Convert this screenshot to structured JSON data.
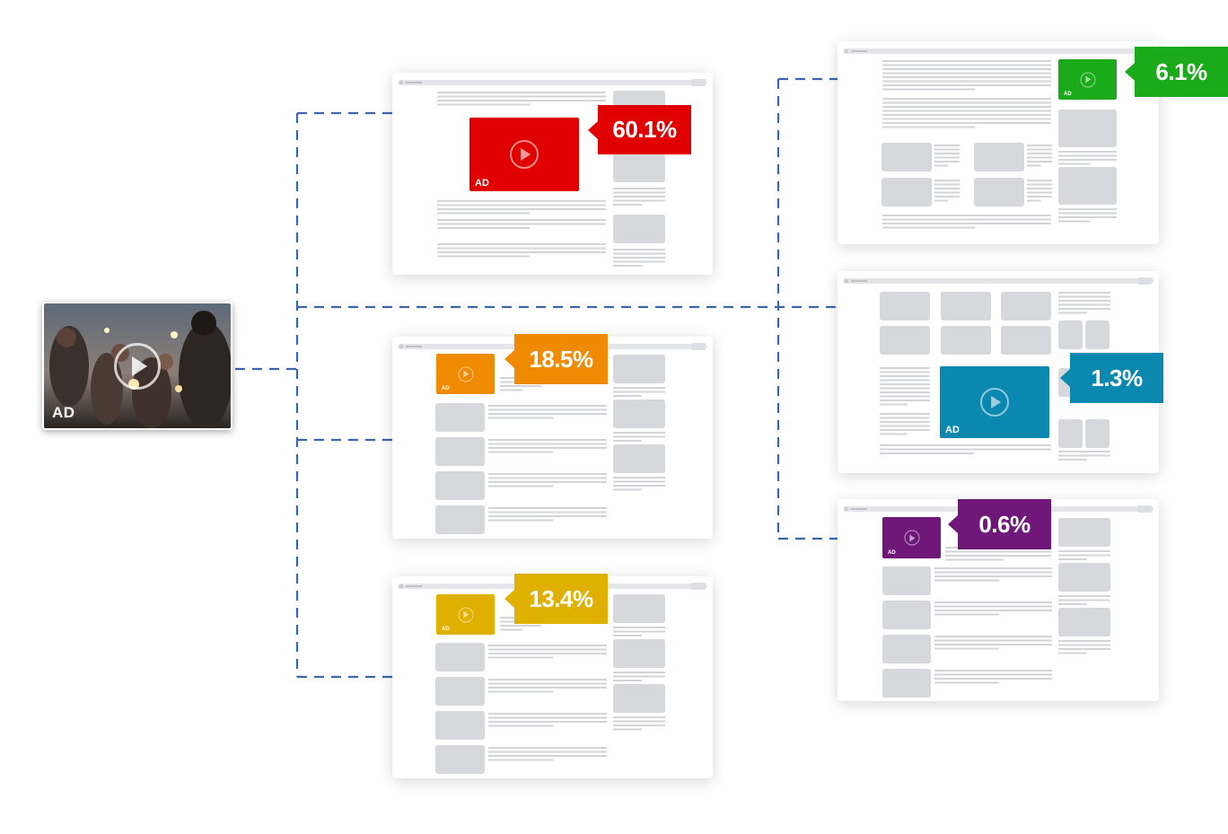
{
  "source_ad": {
    "label": "AD",
    "icon": "play-icon"
  },
  "colors": {
    "connector": "#3a66b0",
    "red": "#e00000",
    "orange": "#f08a00",
    "yellow": "#e0b000",
    "green": "#1aaa1a",
    "blue": "#0a88b0",
    "purple": "#70187a",
    "placeholder": "#d6d8dc",
    "text_line": "#d2d4d8"
  },
  "placements": [
    {
      "id": "p1",
      "percent": "60.1%",
      "ad_label": "AD",
      "color": "red"
    },
    {
      "id": "p2",
      "percent": "18.5%",
      "ad_label": "AD",
      "color": "orange"
    },
    {
      "id": "p3",
      "percent": "13.4%",
      "ad_label": "AD",
      "color": "yellow"
    },
    {
      "id": "p4",
      "percent": "6.1%",
      "ad_label": "AD",
      "color": "green"
    },
    {
      "id": "p5",
      "percent": "1.3%",
      "ad_label": "AD",
      "color": "blue"
    },
    {
      "id": "p6",
      "percent": "0.6%",
      "ad_label": "AD",
      "color": "purple"
    }
  ]
}
